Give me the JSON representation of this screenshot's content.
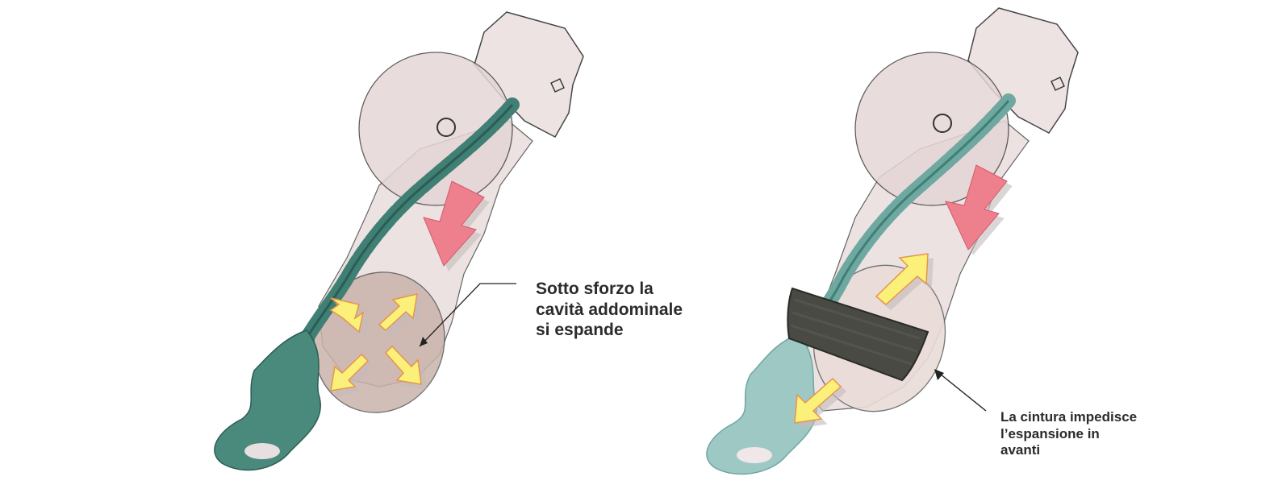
{
  "captions": {
    "left": {
      "line1": "Sotto sforzo la",
      "line2": "cavità addominale",
      "line3": "si espande"
    },
    "right": {
      "line1": "La cintura impedisce",
      "line2": "l’espansione in",
      "line3": "avanti"
    }
  },
  "colors": {
    "background": "#ffffff",
    "body_outline": "#e8dede",
    "head_fill": "#ece0e0",
    "spine_left": "#3f7f74",
    "spine_right": "#6fa8a0",
    "pelvis_left": "#4a8a7c",
    "pelvis_right": "#9ec8c4",
    "abdomen_zone": "#c9b3ab",
    "force_arrow": "#ee7f8c",
    "expansion_arrow": "#fbf07a",
    "expansion_arrow_border": "#e6954a",
    "belt": "#4a4a44"
  }
}
